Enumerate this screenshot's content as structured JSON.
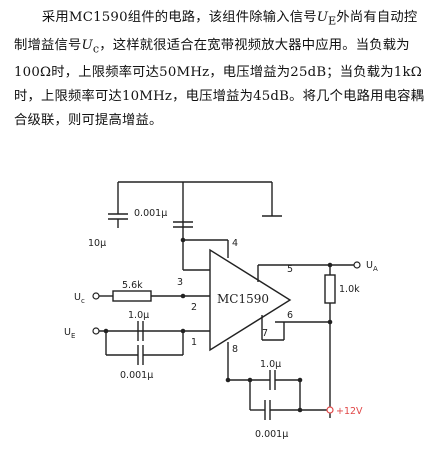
{
  "description": {
    "p1": "采用MC1590组件的电路，该组件除输入信号",
    "sym_ue": "U",
    "sub_e": "E",
    "p2": "外尚有自动控制增益信号",
    "sym_uc": "U",
    "sub_c": "c",
    "p3": "，这样就很适合在宽带视频放大器中应用。当负载为100Ω时，上限频率可达50MHz，电压增益为25dB；当负载为1kΩ时，上限频率可达10MHz，电压增益为45dB。将几个电路用电容耦合级联，则可提高增益。"
  },
  "circuit": {
    "ic_name": "MC1590",
    "pins": {
      "p1": "1",
      "p2": "2",
      "p3": "3",
      "p4": "4",
      "p5": "5",
      "p6": "6",
      "p7": "7",
      "p8": "8"
    },
    "labels": {
      "uc": "U",
      "uc_sub": "c",
      "ue": "U",
      "ue_sub": "E",
      "ua": "U",
      "ua_sub": "A",
      "r_input": "5.6k",
      "r_load": "1.0k",
      "c_top": "0.001μ",
      "c_10u": "10μ",
      "c_in_1u": "1.0μ",
      "c_in_small": "0.001μ",
      "c_out_1u": "1.0μ",
      "c_out_small": "0.001μ",
      "supply": "+12V"
    },
    "colors": {
      "line": "#222222",
      "supply": "#e04848"
    }
  }
}
